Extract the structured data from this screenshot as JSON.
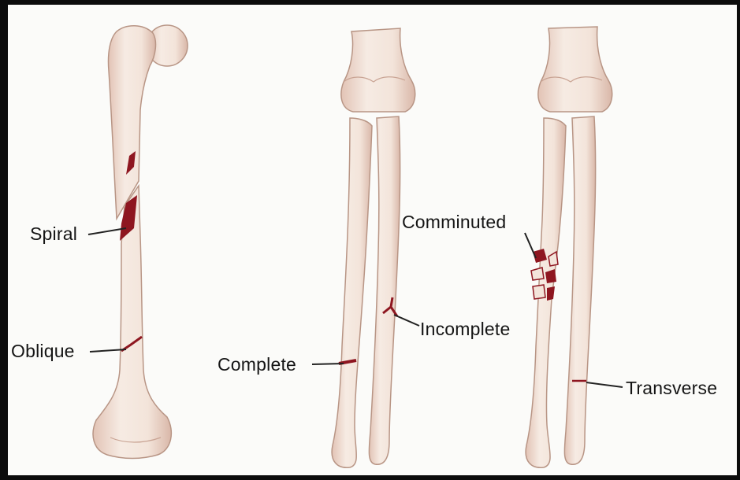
{
  "labels": {
    "spiral": "Spiral",
    "oblique": "Oblique",
    "complete": "Complete",
    "incomplete": "Incomplete",
    "comminuted": "Comminuted",
    "transverse": "Transverse"
  },
  "colors": {
    "bone_fill": "#f3e4da",
    "bone_shade": "#e2c3b5",
    "bone_outline": "#b89585",
    "fracture": "#8e1620",
    "leader_line": "#222222",
    "background": "#fbfbf9",
    "frame": "#0c0c0c"
  }
}
